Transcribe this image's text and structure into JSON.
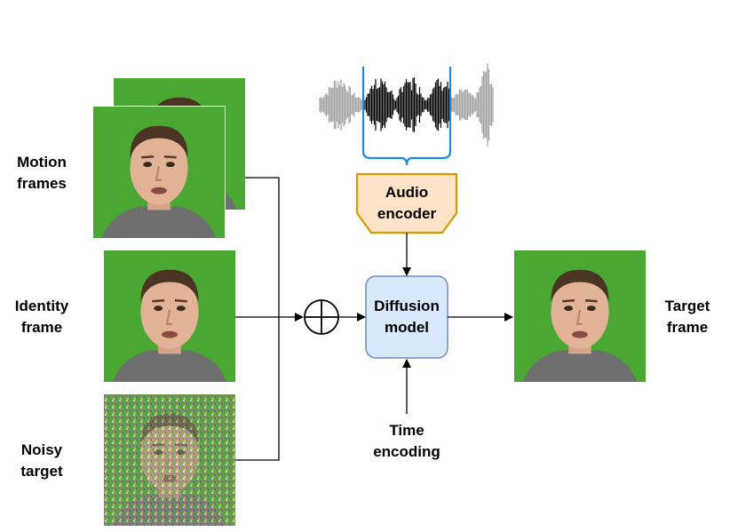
{
  "inputs": {
    "motion_frames": {
      "label_line1": "Motion",
      "label_line2": "frames"
    },
    "identity_frame": {
      "label_line1": "Identity",
      "label_line2": "frame"
    },
    "noisy_target": {
      "label_line1": "Noisy",
      "label_line2": "target"
    }
  },
  "blocks": {
    "audio_encoder": {
      "label_line1": "Audio",
      "label_line2": "encoder"
    },
    "diffusion_model": {
      "label_line1": "Diffusion",
      "label_line2": "model"
    },
    "time_encoding": {
      "label_line1": "Time",
      "label_line2": "encoding"
    }
  },
  "output": {
    "label_line1": "Target",
    "label_line2": "frame"
  },
  "colors": {
    "green_screen": "#4aa832",
    "audio_encoder_fill": "#fde3c8",
    "audio_encoder_stroke": "#d79b00",
    "diffusion_fill": "#dae8fc",
    "diffusion_stroke": "#6c8ebf",
    "bracket_blue": "#1e88e5",
    "waveform_active": "#000000",
    "waveform_inactive": "#a0a0a0"
  }
}
